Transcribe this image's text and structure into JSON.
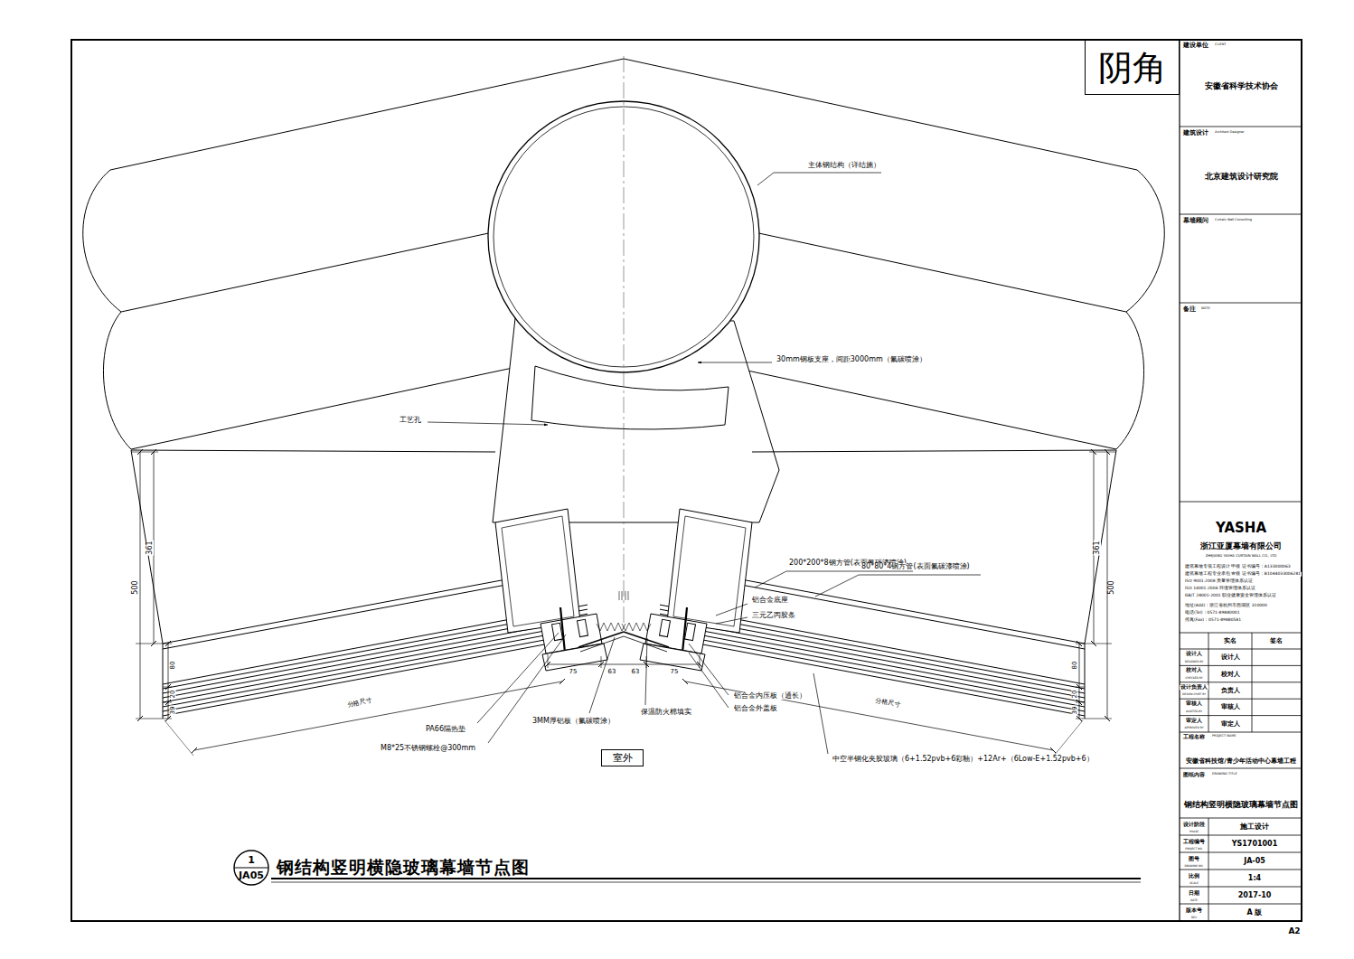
{
  "diagram": {
    "title": "钢结构竖明横隐玻璃幕墙节点图",
    "nodes": [
      {
        "text": [
          "阴角"
        ]
      },
      {
        "text": [
          "室外"
        ]
      },
      {
        "text": [
          "1",
          "JA05"
        ]
      }
    ],
    "labels": [
      "主体钢结构（详结施）",
      "30mm钢板支座，间距3000mm（氟碳喷涂）",
      "工艺孔",
      "200*200*8钢方管(表面氟碳漆喷涂)",
      "80*80*4钢方管(表面氟碳漆喷涂)",
      "铝合金底座",
      "三元乙丙胶条",
      "铝合金内压板（通长）",
      "铝合金外盖板",
      "保温防火棉填实",
      "3MM厚铝板（氟碳喷涂）",
      "PA66隔热垫",
      "M8*25不锈钢螺栓@300mm",
      "中空半钢化夹胶玻璃（6+1.52pvb+6彩釉）+12Ar+（6Low-E+1.52pvb+6）",
      "分格尺寸",
      "分格尺寸",
      "361",
      "500",
      "80",
      "20",
      "39",
      "361",
      "500",
      "80",
      "20",
      "39",
      "75",
      "63",
      "63",
      "75",
      "建设单位",
      "CLIENT",
      "安徽省科学技术协会",
      "建筑设计",
      "Architect Designer",
      "北京建筑设计研究院",
      "幕墙顾问",
      "Curtain Wall Consulting",
      "备注",
      "NOTE",
      "YASHA",
      "浙江亚厦幕墙有限公司",
      "ZHEJIANG YASHA CURTAIN WALL CO., LTD",
      "建筑幕墙专项工程设计 甲级 证书编号：A133000063",
      "建筑幕墙工程专业承包 壹级 证书编号：B1044033006281",
      "ISO 9001:2008 质量管理体系认证",
      "ISO 14001:2004 环境管理体系认证",
      "GB/T 28001-2001 职业健康安全管理体系认证",
      "地址(Add)：浙江省杭州市西湖区 310000",
      "电话(Tel)：0571-89880001",
      "传真(Fax)：0571-89880581",
      "实名",
      "签名",
      "设计人",
      "DESIGNED BY",
      "设计人",
      "校对人",
      "CHECKED BY",
      "校对人",
      "设计负责人",
      "DESIGN CHIEF BY",
      "负责人",
      "审核人",
      "AUDITED BY",
      "审核人",
      "审定人",
      "APPROVED BY",
      "审定人",
      "工程名称",
      "PROJECT NAME",
      "安徽省科技馆/青少年活动中心幕墙工程",
      "图纸内容",
      "DRAWING TITLE",
      "钢结构竖明横隐玻璃幕墙节点图",
      "设计阶段",
      "PHASE",
      "施工设计",
      "工程编号",
      "PROJECT NO.",
      "YS1701001",
      "图号",
      "DRAWING NO.",
      "JA-05",
      "比例",
      "SCALE",
      "1:4",
      "日期",
      "DATE",
      "2017-10",
      "版本号",
      "REV",
      "A 版",
      "A2"
    ]
  }
}
